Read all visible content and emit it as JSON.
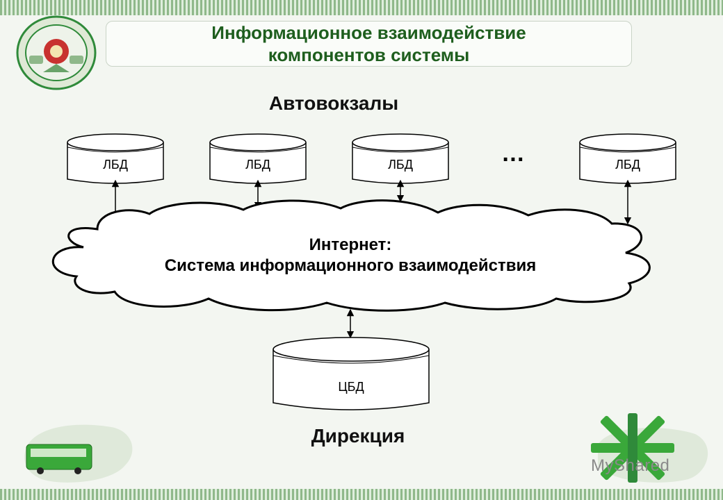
{
  "title": {
    "line1": "Информационное взаимодействие",
    "line2": "компонентов системы"
  },
  "top_group_label": "Автовокзалы",
  "bottom_group_label": "Дирекция",
  "local_databases": [
    "ЛБД",
    "ЛБД",
    "ЛБД",
    "ЛБД"
  ],
  "ellipsis": "…",
  "cloud": {
    "line1": "Интернет:",
    "line2": "Система информационного взаимодействия"
  },
  "central_database": "ЦБД",
  "watermark": "MyShared",
  "colors": {
    "title": "#1e5e1e",
    "stripe": "#8fb88a",
    "bus": "#3aa83a",
    "emblem": "#2f8a3a"
  }
}
